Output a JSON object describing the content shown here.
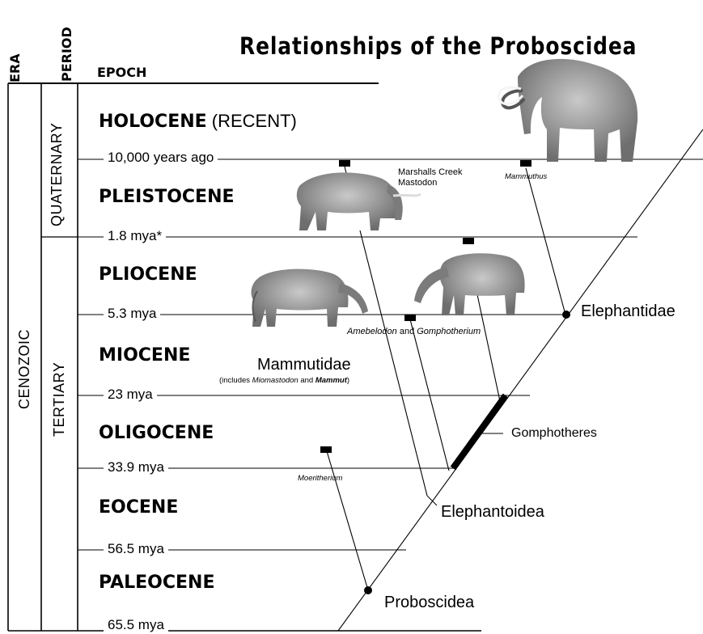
{
  "title": "Relationships of the  Proboscidea",
  "headers": {
    "era": "ERA",
    "period": "PERIOD",
    "epoch": "EPOCH"
  },
  "era": "CENOZOIC",
  "periods": {
    "quaternary": "QUATERNARY",
    "tertiary": "TERTIARY"
  },
  "epochs": {
    "holocene": {
      "name": "HOLOCENE",
      "note": " (RECENT)"
    },
    "pleistocene": {
      "name": "PLEISTOCENE"
    },
    "pliocene": {
      "name": "PLIOCENE"
    },
    "miocene": {
      "name": "MIOCENE"
    },
    "oligocene": {
      "name": "OLIGOCENE"
    },
    "eocene": {
      "name": "EOCENE"
    },
    "paleocene": {
      "name": "PALEOCENE"
    }
  },
  "boundaries": {
    "b1": "10,000 years ago",
    "b2": "1.8 mya*",
    "b3": "5.3 mya",
    "b4": "23 mya",
    "b5": "33.9 mya",
    "b6": "56.5 mya",
    "b7": "65.5 mya"
  },
  "clades": {
    "elephantidae": "Elephantidae",
    "mammutidae": "Mammutidae",
    "gomphotheres": "Gomphotheres",
    "elephantoidea": "Elephantoidea",
    "proboscidea": "Proboscidea"
  },
  "taxa": {
    "marshalls_line1": "Marshalls Creek",
    "marshalls_line2": "Mastodon",
    "mammuthus": "Mammuthus",
    "amebelodon": "Amebelodon",
    "and": " and ",
    "gomphotherium": "Gomphotherium",
    "moeritherium": "Moeritherium",
    "mammutidae_note_pre": "(includes ",
    "miomastodon": "Miomastodon",
    "mammutidae_note_and": " and ",
    "mammut": "Mammut",
    "mammutidae_note_post": ")"
  },
  "colors": {
    "ink": "#000000",
    "animal": "#9a9a9a",
    "animal_dark": "#5c5c5c",
    "tusk": "#f2f2f2"
  }
}
